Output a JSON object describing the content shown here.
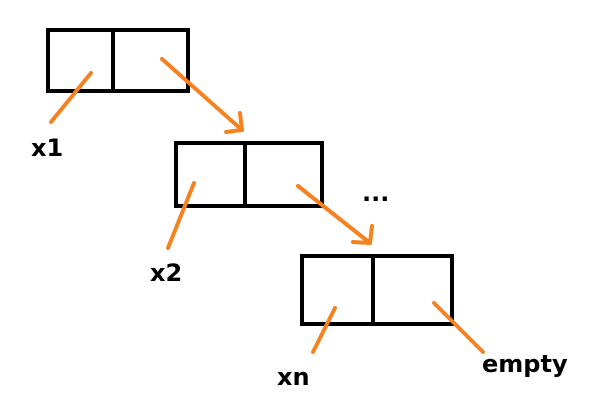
{
  "labels": {
    "node1": "x1",
    "node2": "x2",
    "node3": "xn",
    "ellipsis": "...",
    "terminal": "empty"
  },
  "colors": {
    "box_stroke": "#000000",
    "arrow": "#f5821f",
    "text": "#000000",
    "background": "#ffffff"
  }
}
